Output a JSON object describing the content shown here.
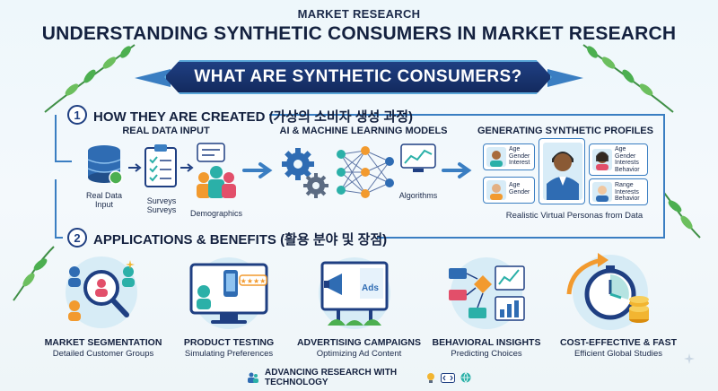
{
  "kicker": "MARKET RESEARCH",
  "title": "UNDERSTANDING SYNTHETIC CONSUMERS IN MARKET RESEARCH",
  "banner": "WHAT ARE SYNTHETIC CONSUMERS?",
  "section1": {
    "number": "1",
    "title": "HOW THEY ARE CREATED (가상의 소비자 생성 과정)",
    "col_real": "REAL DATA INPUT",
    "col_ai": "AI & MACHINE LEARNING MODELS",
    "col_gen": "GENERATING SYNTHETIC PROFILES",
    "real_data_label": "Real Data Input",
    "surveys_label": "Surveys Surveys",
    "demographics_label": "Demographics",
    "algorithms_label": "Algorithms",
    "profile_left_top": "Age Gender Interest",
    "profile_left_bottom": "Age Gender",
    "profile_right_top": "Age Gender Interests Behavior",
    "profile_right_bottom": "Range Interests Behavior",
    "personas_caption": "Realistic Virtual Personas from Data"
  },
  "section2": {
    "number": "2",
    "title": "APPLICATIONS & BENEFITS (활용 분야 및 장점)",
    "cards": [
      {
        "title": "MARKET SEGMENTATION",
        "subtitle": "Detailed Customer Groups"
      },
      {
        "title": "PRODUCT TESTING",
        "subtitle": "Simulating Preferences"
      },
      {
        "title": "ADVERTISING CAMPAIGNS",
        "subtitle": "Optimizing Ad Content"
      },
      {
        "title": "BEHAVIORAL INSIGHTS",
        "subtitle": "Predicting Choices"
      },
      {
        "title": "COST-EFFECTIVE & FAST",
        "subtitle": "Efficient Global Studies"
      }
    ],
    "ads_label": "Ads"
  },
  "footer": "ADVANCING RESEARCH WITH TECHNOLOGY",
  "colors": {
    "navy": "#1f3f82",
    "accent_blue": "#3a7ec2",
    "teal": "#2bb0a8",
    "orange": "#f29a2e",
    "leaf_green": "#4caf50"
  }
}
